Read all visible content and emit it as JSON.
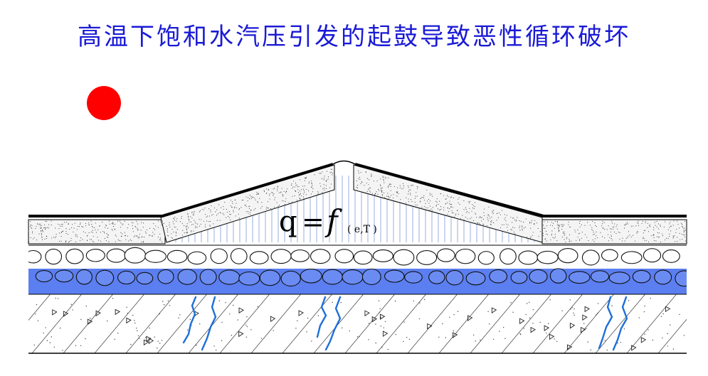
{
  "title": "高温下饱和水汽压引发的起鼓导致恶性循环破坏",
  "formula": {
    "lhs": "q",
    "eq": "=",
    "func": "f",
    "subscript": "( e,T )"
  },
  "colors": {
    "title": "#1a1ad6",
    "sun": "#ff0000",
    "aggregate_band": "#5b7ef0",
    "vapor_hatch": "#9aaee0",
    "cracks": "#1e6fd9",
    "membrane": "#000000"
  }
}
